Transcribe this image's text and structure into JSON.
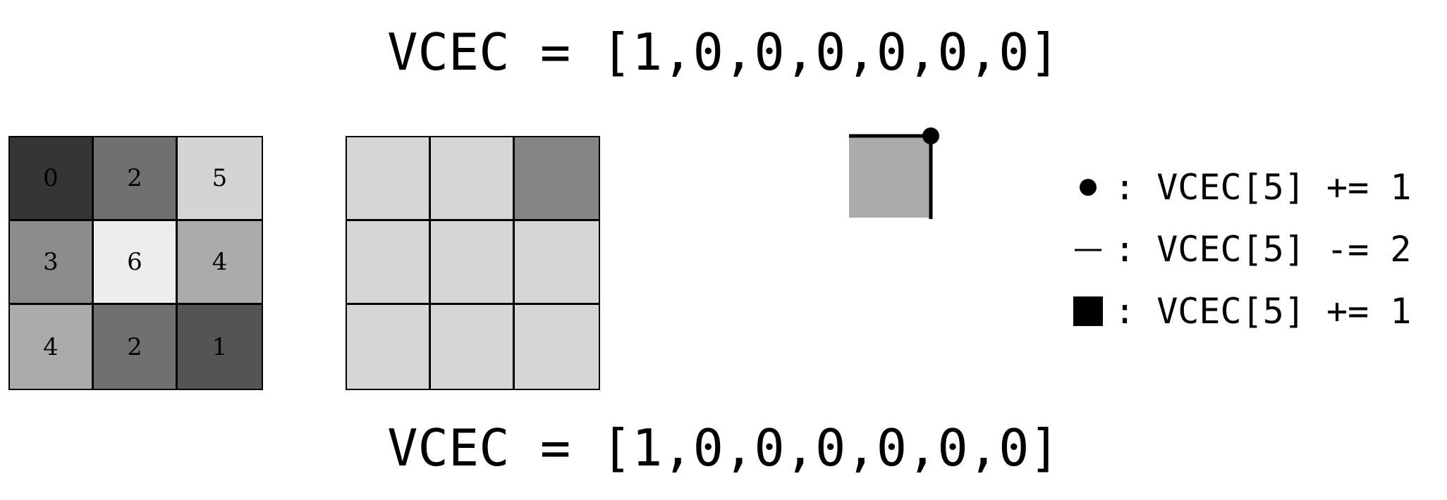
{
  "vcec_top": "VCEC = [1,0,0,0,0,0,0]",
  "vcec_bottom": "VCEC = [1,0,0,0,0,0,0]",
  "value_grid": [
    {
      "value": "0",
      "color": "#353535"
    },
    {
      "value": "2",
      "color": "#707070"
    },
    {
      "value": "5",
      "color": "#d4d4d4"
    },
    {
      "value": "3",
      "color": "#8c8c8c"
    },
    {
      "value": "6",
      "color": "#ededed"
    },
    {
      "value": "4",
      "color": "#ababab"
    },
    {
      "value": "4",
      "color": "#ababab"
    },
    {
      "value": "2",
      "color": "#707070"
    },
    {
      "value": "1",
      "color": "#545454"
    }
  ],
  "mask_grid": [
    {
      "color": "#d6d6d6"
    },
    {
      "color": "#d6d6d6"
    },
    {
      "color": "#858585"
    },
    {
      "color": "#d6d6d6"
    },
    {
      "color": "#d6d6d6"
    },
    {
      "color": "#d6d6d6"
    },
    {
      "color": "#d6d6d6"
    },
    {
      "color": "#d6d6d6"
    },
    {
      "color": "#d6d6d6"
    }
  ],
  "pixel_color": "#ababab",
  "legend": [
    {
      "symbol": "dot-icon",
      "text": ": VCEC[5] += 1"
    },
    {
      "symbol": "edge-icon",
      "text": ": VCEC[5] -= 2"
    },
    {
      "symbol": "square-icon",
      "text": ": VCEC[5] += 1"
    }
  ]
}
